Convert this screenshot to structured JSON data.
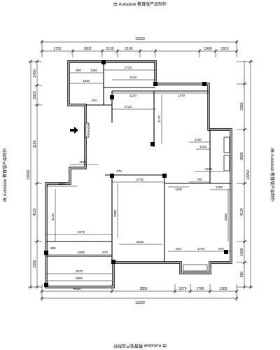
{
  "watermark": "由 Autodesk 教育版产品制作",
  "dims": {
    "top_total": "11250",
    "top": [
      "1750",
      "1800",
      "2130",
      "2100",
      "1900",
      "1810"
    ],
    "bottom_total": "11250",
    "bottom": [
      "4900",
      "2850",
      "1270",
      "1760",
      "1300"
    ],
    "left_total": "13050",
    "left": [
      "1450",
      "2820",
      "1180",
      "4110",
      "1550"
    ],
    "right_total": "13050",
    "right": [
      "3350",
      "2590",
      "4120",
      "1600",
      "990"
    ],
    "interior": [
      "880",
      "1450",
      "2720",
      "1830",
      "1240",
      "1130",
      "1470",
      "2720",
      "970",
      "2170",
      "1150",
      "1340",
      "2270",
      "780",
      "1100",
      "1380",
      "470",
      "2720",
      "1100",
      "1250",
      "4110",
      "3980",
      "3670",
      "2690",
      "650",
      "570",
      "2930",
      "910",
      "1740",
      "870",
      "4380",
      "3970",
      "3650"
    ]
  }
}
